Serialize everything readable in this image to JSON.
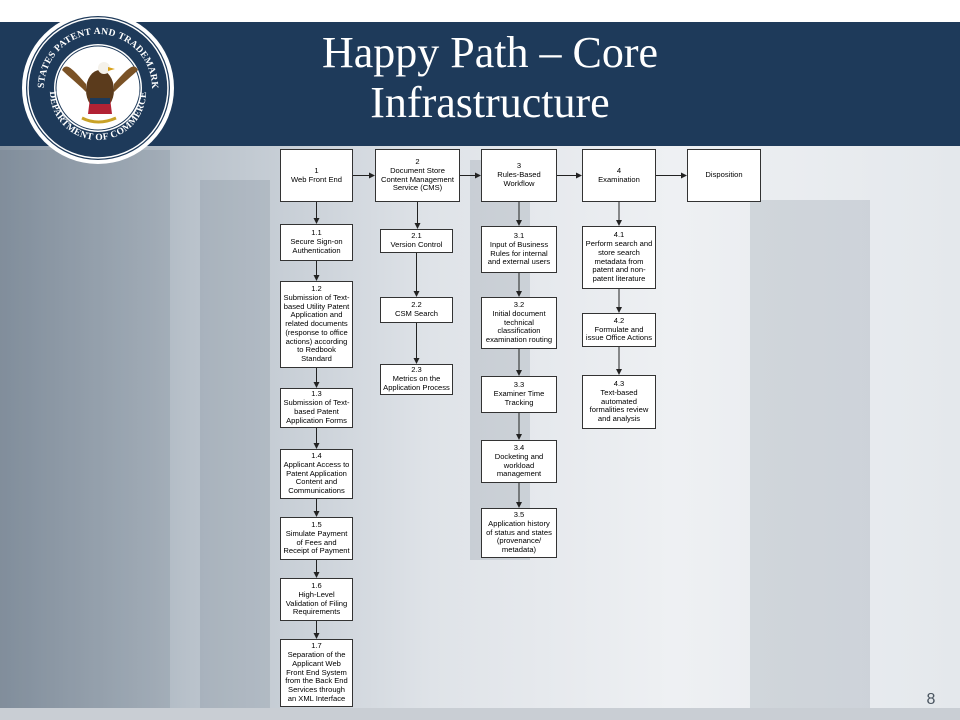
{
  "slide": {
    "title_line1": "Happy Path – Core",
    "title_line2": "Infrastructure",
    "page_number": "8"
  },
  "seal": {
    "text_top": "UNITED STATES PATENT AND TRADEMARK OFFICE",
    "text_bottom": "DEPARTMENT OF COMMERCE"
  },
  "colors": {
    "header": "#1e3a5a",
    "box_border": "#333333",
    "arrow": "#222222"
  },
  "diagram": {
    "top_row": [
      {
        "num": "1",
        "label": "Web Front End"
      },
      {
        "num": "2",
        "label": "Document Store Content Management Service (CMS)"
      },
      {
        "num": "3",
        "label": "Rules-Based Workflow"
      },
      {
        "num": "4",
        "label": "Examination"
      },
      {
        "num": "",
        "label": "Disposition"
      }
    ],
    "col1": [
      {
        "num": "1.1",
        "label": "Secure Sign-on Authentication"
      },
      {
        "num": "1.2",
        "label": "Submission of Text-based Utility Patent Application and related documents (response to office actions) according to Redbook Standard"
      },
      {
        "num": "1.3",
        "label": "Submission of Text-based Patent Application Forms"
      },
      {
        "num": "1.4",
        "label": "Applicant Access to Patent Application Content and Communications"
      },
      {
        "num": "1.5",
        "label": "Simulate Payment of Fees and Receipt of Payment"
      },
      {
        "num": "1.6",
        "label": "High-Level Validation of Filing Requirements"
      },
      {
        "num": "1.7",
        "label": "Separation of the Applicant Web Front End System from the Back End Services through an XML Interface"
      }
    ],
    "col2": [
      {
        "num": "2.1",
        "label": "Version Control"
      },
      {
        "num": "2.2",
        "label": "CSM Search"
      },
      {
        "num": "2.3",
        "label": "Metrics on the Application Process"
      }
    ],
    "col3": [
      {
        "num": "3.1",
        "label": "Input of Business Rules for internal and external users"
      },
      {
        "num": "3.2",
        "label": "Initial document technical classification examination routing"
      },
      {
        "num": "3.3",
        "label": "Examiner Time Tracking"
      },
      {
        "num": "3.4",
        "label": "Docketing and workload management"
      },
      {
        "num": "3.5",
        "label": "Application history of status and states (provenance/ metadata)"
      }
    ],
    "col4": [
      {
        "num": "4.1",
        "label": "Perform search and store search metadata from patent and non-patent literature"
      },
      {
        "num": "4.2",
        "label": "Formulate and issue Office Actions"
      },
      {
        "num": "4.3",
        "label": "Text-based automated formalities review and analysis"
      }
    ]
  }
}
